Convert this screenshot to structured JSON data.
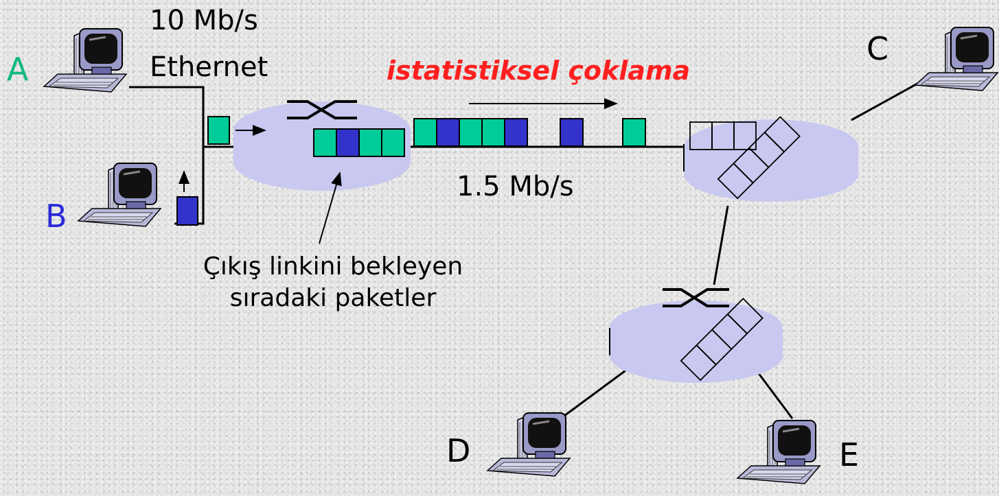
{
  "colors": {
    "title": "#ff1f1f",
    "hosts_left": "#10b880",
    "host_b": "#2a2ad8",
    "packet_green": "#00cc99",
    "packet_blue": "#3333cc",
    "router_fill": "#c8c8f0",
    "text": "#000000"
  },
  "title": "istatistiksel çoklama",
  "ethernet": {
    "rate": "10 Mb/s",
    "name": "Ethernet"
  },
  "link_rate": "1.5 Mb/s",
  "caption": {
    "line1": "Çıkış linkini bekleyen",
    "line2": "sıradaki paketler"
  },
  "hosts": {
    "a": "A",
    "b": "B",
    "c": "C",
    "d": "D",
    "e": "E"
  },
  "queue_packets": [
    "green",
    "blue",
    "green",
    "green"
  ],
  "link_packets": [
    "green",
    "blue",
    "green",
    "green",
    "blue",
    "blue",
    "green"
  ]
}
